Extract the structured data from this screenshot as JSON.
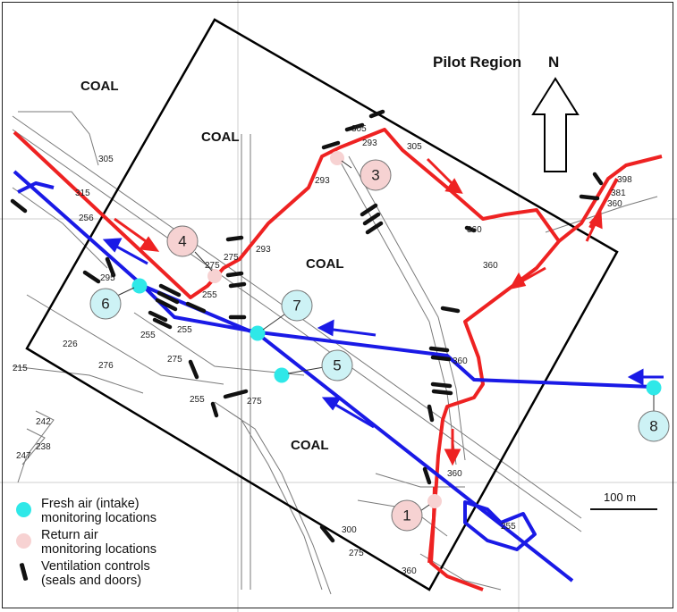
{
  "labels": {
    "coal": "COAL",
    "pilot_region": "Pilot Region",
    "north": "N",
    "scale": "100 m"
  },
  "colors": {
    "fresh_air": "#2fe8e8",
    "return_air": "#f7d2d2",
    "intake_route": "#1a1ae6",
    "return_route": "#ee2222",
    "controls": "#111111"
  },
  "stations": [
    {
      "id": "1",
      "type": "return"
    },
    {
      "id": "3",
      "type": "return"
    },
    {
      "id": "4",
      "type": "return"
    },
    {
      "id": "5",
      "type": "fresh"
    },
    {
      "id": "6",
      "type": "fresh"
    },
    {
      "id": "7",
      "type": "fresh"
    },
    {
      "id": "8",
      "type": "fresh"
    }
  ],
  "elevations": [
    "305",
    "315",
    "256",
    "295",
    "255",
    "255",
    "255",
    "226",
    "215",
    "276",
    "275",
    "255",
    "275",
    "242",
    "238",
    "247",
    "293",
    "275",
    "275",
    "293",
    "305",
    "305",
    "293",
    "360",
    "360",
    "360",
    "360",
    "398",
    "381",
    "360",
    "300",
    "275",
    "360",
    "255"
  ],
  "legend": {
    "fresh_line1": "Fresh air (intake)",
    "fresh_line2": "monitoring locations",
    "return_line1": "Return air",
    "return_line2": "monitoring locations",
    "controls_line1": "Ventilation controls",
    "controls_line2": "(seals and doors)"
  }
}
